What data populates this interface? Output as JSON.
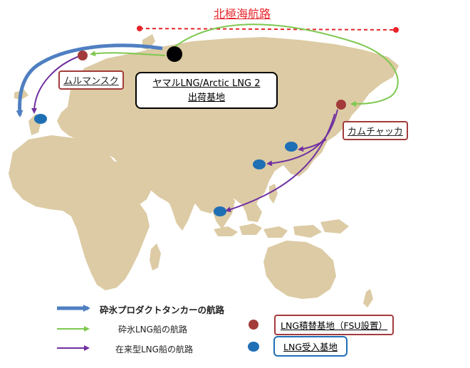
{
  "title": "北極海航路",
  "origin_label_line1": "ヤマルLNG/Arctic LNG 2",
  "origin_label_line2": "出荷基地",
  "murmansk_label": "ムルマンスク",
  "kamchatka_label": "カムチャッカ",
  "legend": {
    "icebreaker_tanker_route": "砕氷プロダクトタンカーの航路",
    "icebreaker_lng_route": "砕氷LNG船の航路",
    "conventional_lng_route": "在来型LNG船の航路",
    "transshipment_base": "LNG積替基地（FSU設置）",
    "receiving_terminal": "LNG受入基地"
  },
  "colors": {
    "land": "#dccba4",
    "northern_route": "#e8242a",
    "icebreaker_tanker": "#4f7fc1",
    "icebreaker_lng": "#7ec850",
    "conventional_lng": "#7030a0",
    "transshipment_marker": "#a33b3b",
    "receiving_marker": "#1f6fb5",
    "origin_marker": "#000000"
  }
}
